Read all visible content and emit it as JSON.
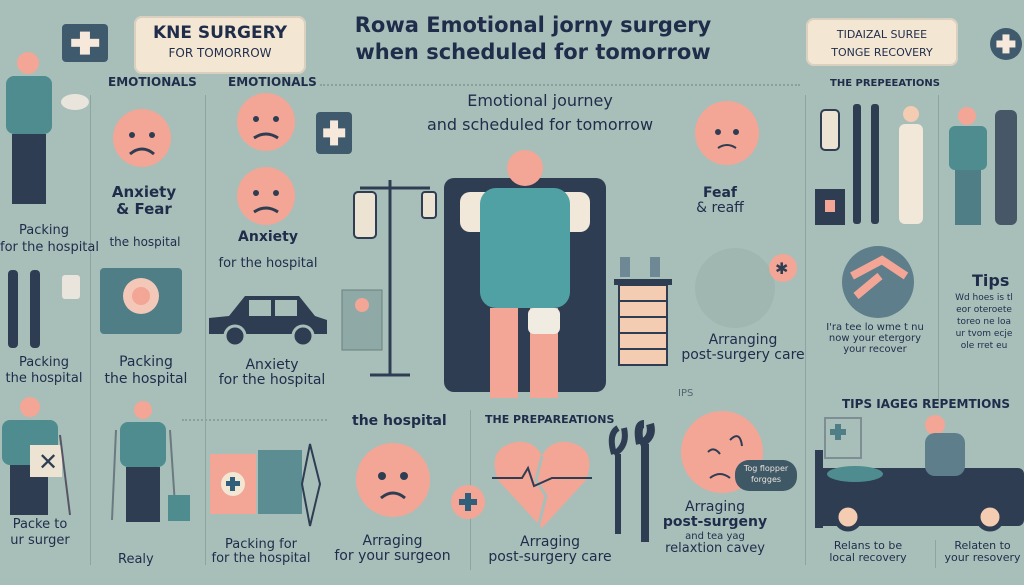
{
  "header": {
    "left_badge": {
      "line1": "KNE SURGERY",
      "line2": "FOR TOMORROW"
    },
    "title": {
      "line1": "Rowa Emotional jorny surgery",
      "line2": "when scheduled for tomorrow"
    },
    "right_badge": {
      "line1": "TIDAIZAL SUREE",
      "line2": "TONGE RECOVERY"
    }
  },
  "sections": {
    "emotionals_1": "EMOTIONALS",
    "emotionals_2": "EMOTIONALS",
    "preparations_top": "THE PREPEEATIONS",
    "center_heading": {
      "line1": "Emotional journey",
      "line2": "and scheduled for tomorrow"
    },
    "tips_heading": "TIPS IAGEG REPEMTIONS"
  },
  "labels": {
    "left_packing_1": {
      "line1": "Packing",
      "line2": "for the hospital"
    },
    "left_packing_2": {
      "line1": "Packing",
      "line2": "the hospital"
    },
    "left_bottom": {
      "line1": "Packe to",
      "line2": "ur surger"
    },
    "anxiety_fear": {
      "line1": "Anxiety",
      "line2": "& Fear",
      "line3": "the hospital"
    },
    "anxiety_2": {
      "line1": "Anxiety",
      "line2": "for the hospital"
    },
    "packing_3": {
      "line1": "Packing",
      "line2": "the hospital"
    },
    "anxiety_3": {
      "line1": "Anxiety",
      "line2": "for the hospital"
    },
    "fear": {
      "line1": "Feaf",
      "line2": "& reaff"
    },
    "arranging_care": {
      "line1": "Arranging",
      "line2": "post-surgery care"
    },
    "tips": {
      "title": "Tips",
      "lines": [
        "Wd hoes is tl",
        "eor oteroete",
        "toreo ne loa",
        "ur tvom ecje",
        "ole rret eu"
      ]
    },
    "tips_caption": {
      "line1": "I'ra tee lo wme t nu",
      "line2": "now your etergory",
      "line3": "your recover"
    },
    "the_hospital": "the hospital",
    "preparations_bottom": "THE PREPAREATIONS",
    "ips": "IPS",
    "realy": "Realy",
    "packing_for": {
      "line1": "Packing for",
      "line2": "for the hospital"
    },
    "arraging_surgeon": {
      "line1": "Arraging",
      "line2": "for your surgeon"
    },
    "arranging_post": {
      "line1": "Arraging",
      "line2": "post-surgery care"
    },
    "arraging_relax": {
      "line1": "Arraging",
      "line2": "post-surgeny",
      "line3": "and tea yag",
      "line4": "relaxtion cavey"
    },
    "speech_bubble": {
      "line1": "Tog flopper",
      "line2": "forgges"
    },
    "recovery_1": {
      "line1": "Relans to be",
      "line2": "local recovery"
    },
    "recovery_2": {
      "line1": "Relaten to",
      "line2": "your resovery"
    }
  },
  "colors": {
    "background": "#a8bfb9",
    "text": "#1f2c4a",
    "pink": "#f3a596",
    "teal": "#4f8c8f",
    "navy": "#2f3d52",
    "badge": "#f3e6d3"
  }
}
